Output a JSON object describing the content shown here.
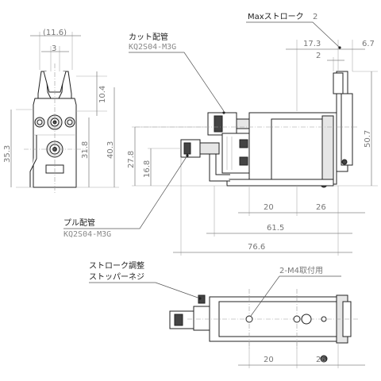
{
  "labels": {
    "max_stroke": "Maxストローク",
    "cut_port": "カット配管",
    "cut_port_fitting": "KQ2S04-M3G",
    "pull_port": "プル配管",
    "pull_port_fitting": "KQ2S04-M3G",
    "stroke_adjust_line1": "ストローク調整",
    "stroke_adjust_line2": "ストッパーネジ",
    "mount_holes": "2-M4取付用"
  },
  "dimensions": {
    "front_width_ref": "(11.6)",
    "front_inner_width": "3",
    "jaw_height": "10.4",
    "front_height_total": "35.3",
    "front_h1": "31.8",
    "front_h2": "40.3",
    "max_stroke_value": "2",
    "side_top_173": "17.3",
    "side_top_67": "6.7",
    "side_top_2": "2",
    "side_height": "50.7",
    "side_h278": "27.8",
    "side_h168": "16.8",
    "side_20": "20",
    "side_26": "26",
    "side_615": "61.5",
    "side_766": "76.6",
    "bottom_20": "20",
    "bottom_26": "26"
  }
}
